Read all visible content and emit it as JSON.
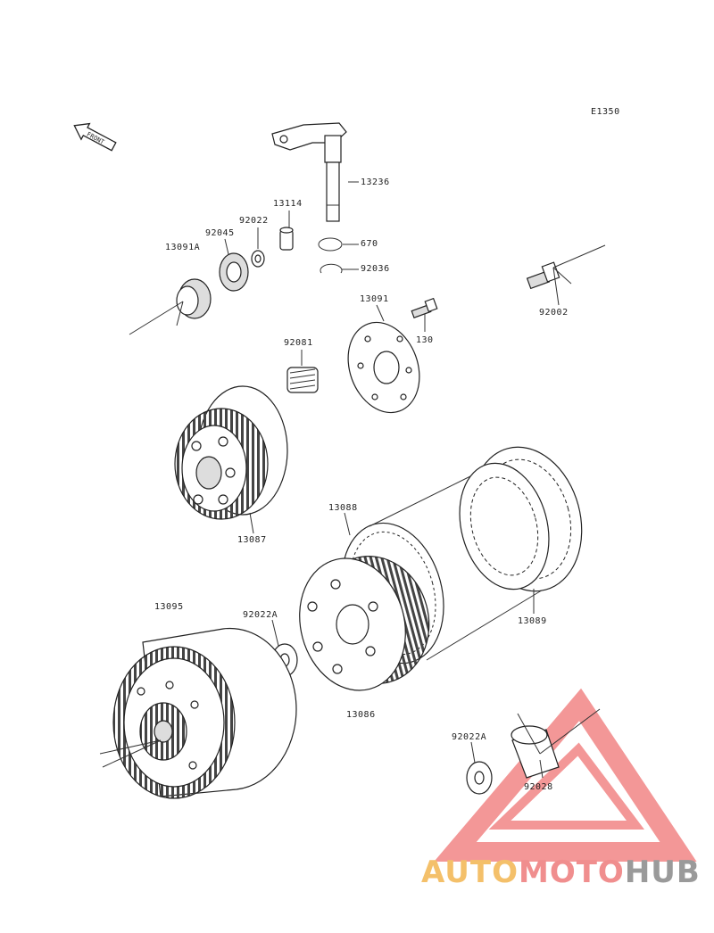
{
  "diagram_code": "E1350",
  "front_label": "FRONT",
  "parts": {
    "p13236": "13236",
    "p13114": "13114",
    "p92022": "92022",
    "p92045": "92045",
    "p13091A": "13091A",
    "p670": "670",
    "p92036": "92036",
    "p92002": "92002",
    "p13091": "13091",
    "p130": "130",
    "p92081": "92081",
    "p13087": "13087",
    "p13088": "13088",
    "p13089": "13089",
    "p13095": "13095",
    "p92022A_1": "92022A",
    "p13086": "13086",
    "p92022A_2": "92022A",
    "p92028": "92028"
  },
  "watermark": {
    "part1": "AUTO",
    "part2": "MOTO",
    "part3": "HUB",
    "colors": {
      "auto": "#f4c06a",
      "moto": "#f08e8e",
      "hub": "#9a9a9a",
      "triangle": "#f07a7a"
    }
  }
}
